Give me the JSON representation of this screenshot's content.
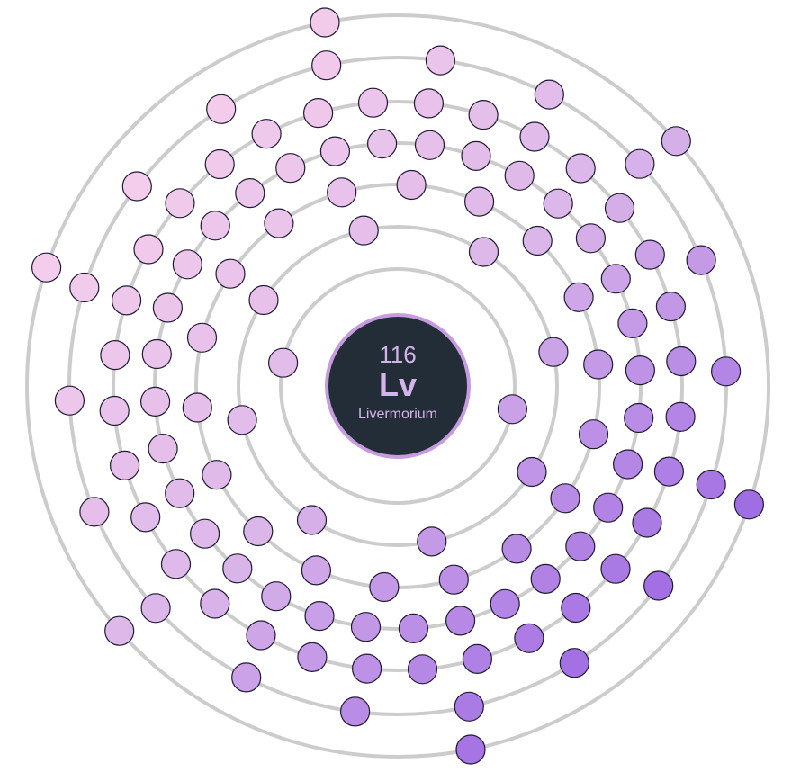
{
  "element": {
    "atomic_number": "116",
    "symbol": "Lv",
    "name": "Livermorium"
  },
  "shells": [
    {
      "electrons": 2
    },
    {
      "electrons": 8
    },
    {
      "electrons": 18
    },
    {
      "electrons": 32
    },
    {
      "electrons": 32
    },
    {
      "electrons": 18
    },
    {
      "electrons": 6
    }
  ],
  "colors": {
    "shell_ring": "#cccccc",
    "electron_outline": "#1f1a33",
    "electron_gradient": [
      "#f7d0ec",
      "#dbb6e9",
      "#9a66e2"
    ],
    "nucleus_fill": "#222d37",
    "nucleus_border": "#c79be0",
    "nucleus_text": "#d7b3ec"
  }
}
